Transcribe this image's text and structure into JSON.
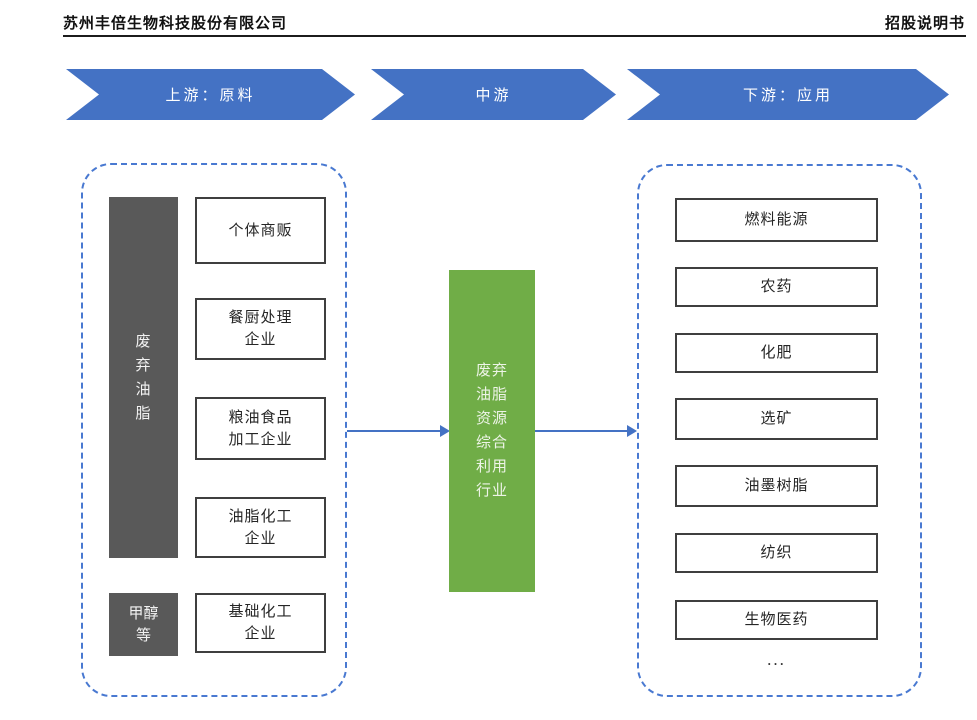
{
  "header": {
    "company": "苏州丰倍生物科技股份有限公司",
    "doc_label": "招股说明书"
  },
  "banners": {
    "upstream": "上游：原料",
    "midstream": "中游",
    "downstream": "下游：应用"
  },
  "upstream": {
    "waste_oil": "废\n弃\n油\n脂",
    "methanol": "甲醇\n等",
    "suppliers": [
      "个体商贩",
      "餐厨处理\n企业",
      "粮油食品\n加工企业",
      "油脂化工\n企业",
      "基础化工\n企业"
    ]
  },
  "midstream": {
    "industry": "废弃\n油脂\n资源\n综合\n利用\n行业"
  },
  "downstream": {
    "applications": [
      "燃料能源",
      "农药",
      "化肥",
      "选矿",
      "油墨树脂",
      "纺织",
      "生物医药"
    ],
    "more": "..."
  },
  "colors": {
    "banner_blue": "#4472C4",
    "dashed_border_blue": "#4979D1",
    "midstream_green": "#70AD47",
    "dark_gray": "#595959",
    "connector_blue": "#4472C4"
  }
}
